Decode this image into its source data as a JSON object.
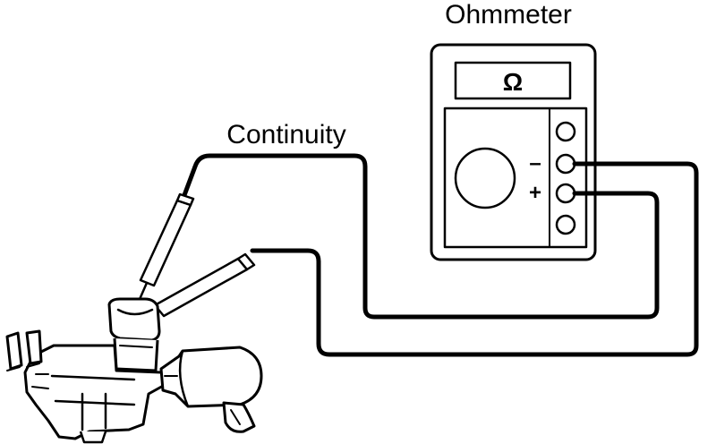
{
  "labels": {
    "ohmmeter": "Ohmmeter",
    "continuity": "Continuity",
    "meter_symbol": "Ω",
    "minus_terminal": "–",
    "plus_terminal": "+"
  },
  "colors": {
    "ink": "#000000",
    "background": "#ffffff"
  }
}
